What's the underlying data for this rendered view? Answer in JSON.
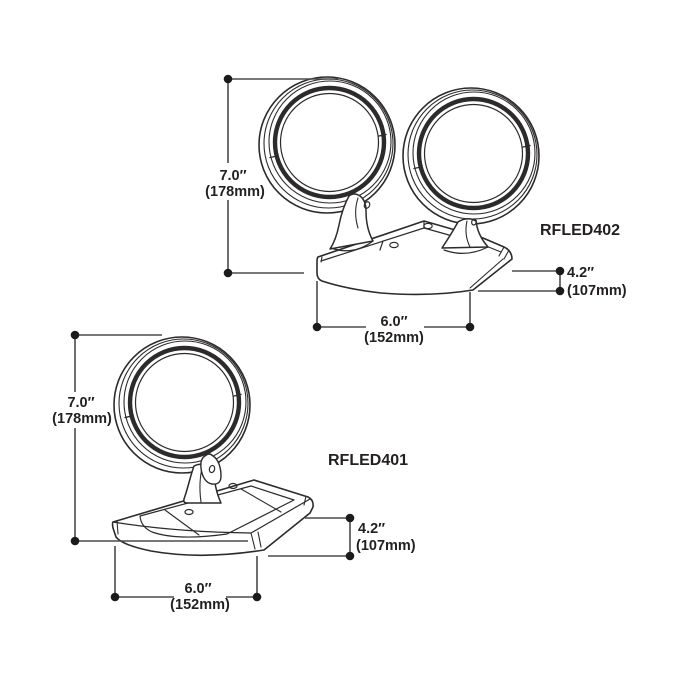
{
  "colors": {
    "background": "#ffffff",
    "artwork_line": "#2d2a2b",
    "dimension_line": "#4b4b4b",
    "dimension_dot": "#1b1b1b",
    "label_text": "#231f20"
  },
  "figure_top": {
    "model": "RFLED402",
    "height_in": "7.0″",
    "height_mm": "(178mm)",
    "width_in": "6.0″",
    "width_mm": "(152mm)",
    "depth_in": "4.2″",
    "depth_mm": "(107mm)"
  },
  "figure_bottom": {
    "model": "RFLED401",
    "height_in": "7.0″",
    "height_mm": "(178mm)",
    "width_in": "6.0″",
    "width_mm": "(152mm)",
    "depth_in": "4.2″",
    "depth_mm": "(107mm)"
  }
}
